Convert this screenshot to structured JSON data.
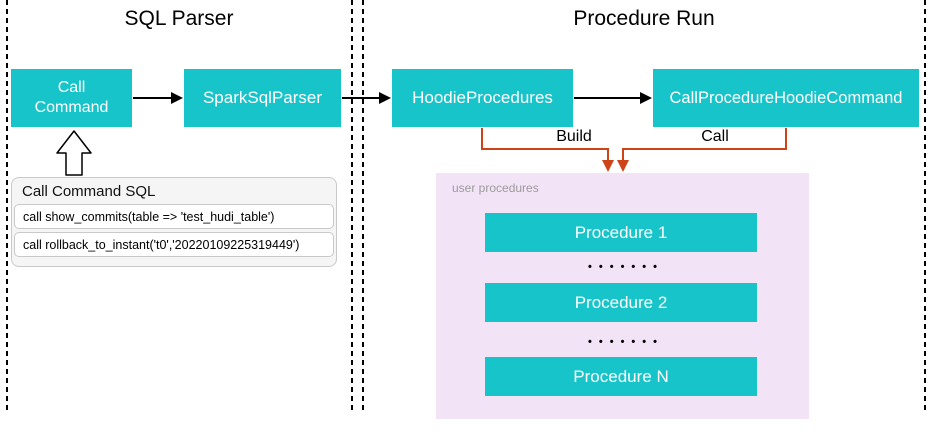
{
  "regions": {
    "sql_parser_title": "SQL Parser",
    "procedure_run_title": "Procedure Run"
  },
  "nodes": {
    "call_command": "Call Command",
    "spark_sql_parser": "SparkSqlParser",
    "hoodie_procedures": "HoodieProcedures",
    "call_procedure_hoodie_command": "CallProcedureHoodieCommand"
  },
  "edges": {
    "build_label": "Build",
    "call_label": "Call"
  },
  "sql_panel": {
    "header": "Call Command SQL",
    "examples": [
      "call show_commits(table => 'test_hudi_table')",
      "call rollback_to_instant('t0','20220109225319449')"
    ]
  },
  "procedures_panel": {
    "label": "user procedures",
    "items": [
      "Procedure 1",
      "Procedure 2",
      "Procedure N"
    ],
    "ellipsis": "•••••••"
  },
  "colors": {
    "node_fill": "#17C4C9",
    "node_text": "#FFFFFF",
    "connector_orange": "#CF4318",
    "arrow_black": "#000000",
    "procedures_panel_fill": "#F3E3F7",
    "procedures_label_gray": "#9B9B9B",
    "sql_panel_bg": "#F5F5F5",
    "panel_border_gray": "#C9C9C9"
  }
}
